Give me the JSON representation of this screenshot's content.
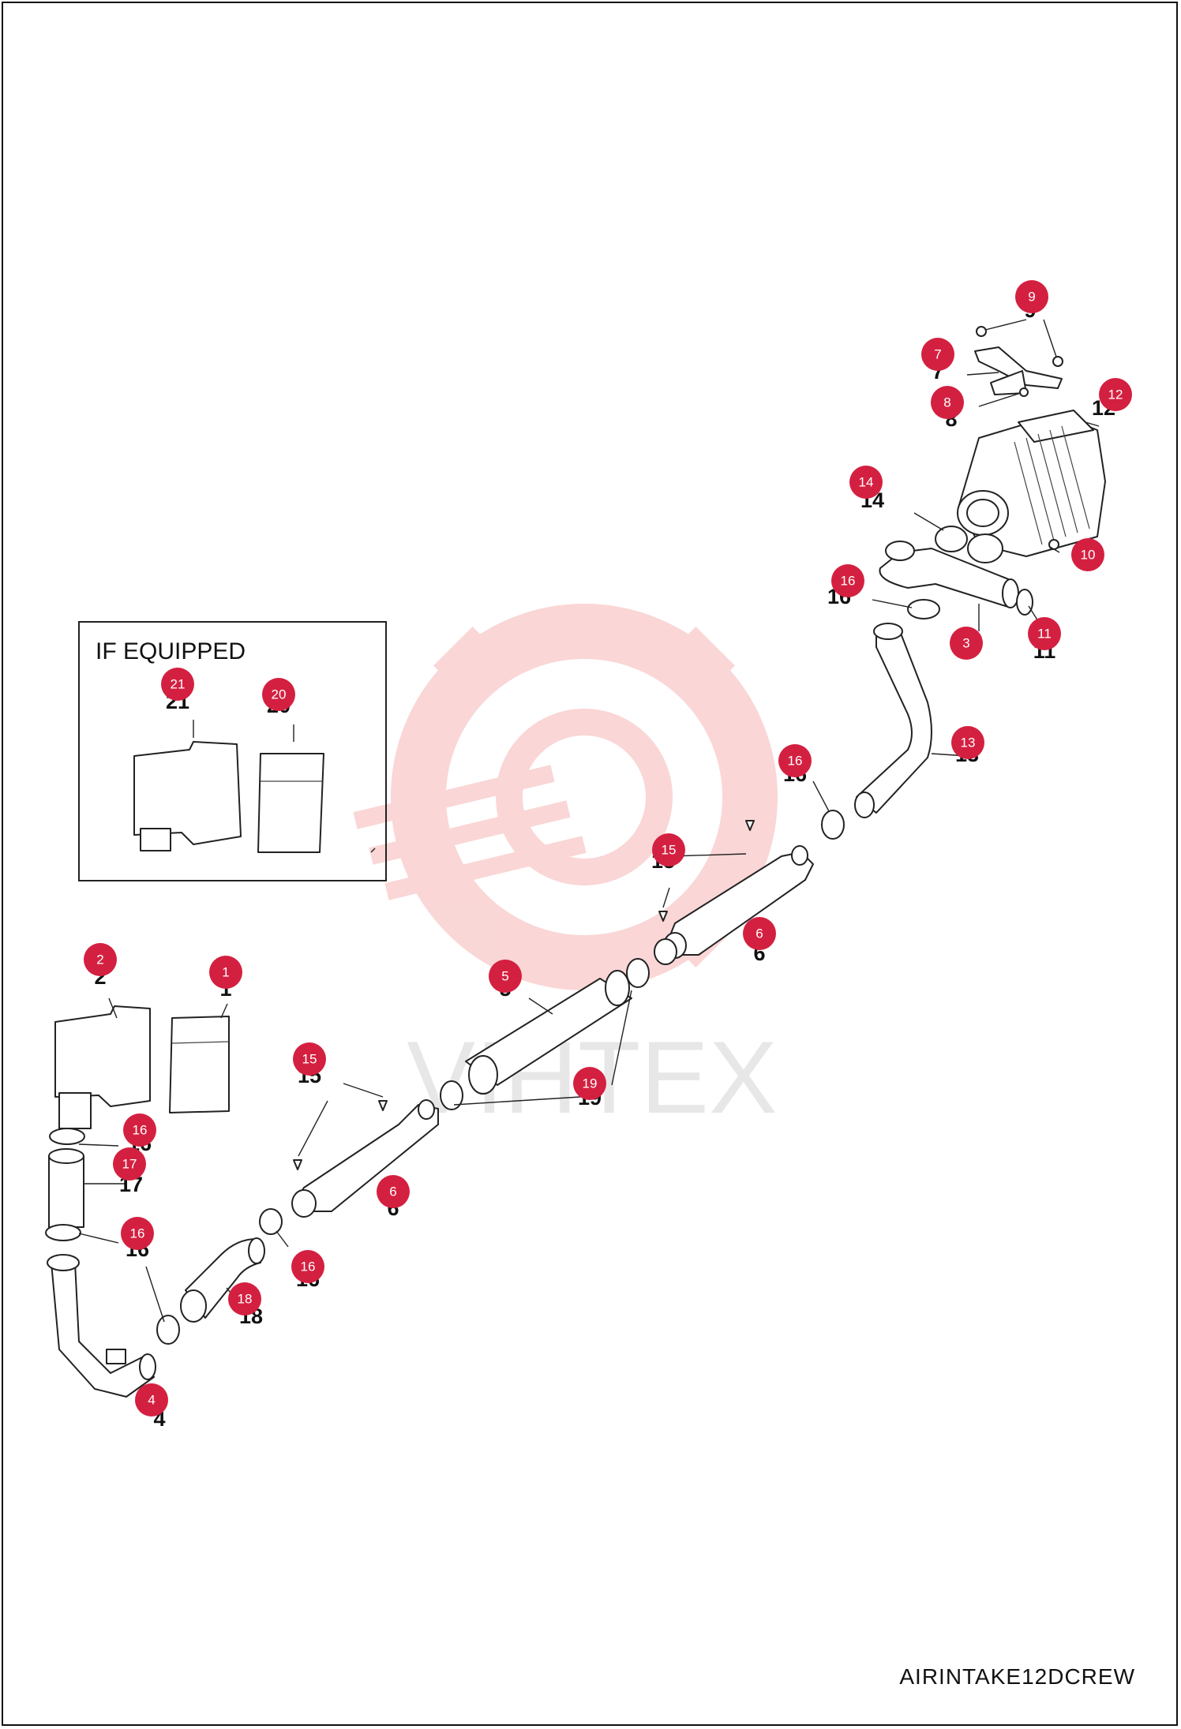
{
  "reference_code": "AIRINTAKE12DCREW",
  "inset": {
    "title": "IF EQUIPPED"
  },
  "watermark": {
    "text": "VIHTEX",
    "color": "#f28b8b"
  },
  "badge_color": "#d42040",
  "callouts": [
    {
      "id": "c9",
      "badge": "9",
      "label": "9"
    },
    {
      "id": "c7",
      "badge": "7",
      "label": "7"
    },
    {
      "id": "c8",
      "badge": "8",
      "label": "8"
    },
    {
      "id": "c12",
      "badge": "12",
      "label": "12"
    },
    {
      "id": "c14",
      "badge": "14",
      "label": "14"
    },
    {
      "id": "c10",
      "badge": "10",
      "label": "10"
    },
    {
      "id": "c16a",
      "badge": "16",
      "label": "16"
    },
    {
      "id": "c3",
      "badge": "3",
      "label": "3"
    },
    {
      "id": "c11",
      "badge": "11",
      "label": "11"
    },
    {
      "id": "c21",
      "badge": "21",
      "label": "21"
    },
    {
      "id": "c20",
      "badge": "20",
      "label": "20"
    },
    {
      "id": "c13",
      "badge": "13",
      "label": "13"
    },
    {
      "id": "c16b",
      "badge": "16",
      "label": "16"
    },
    {
      "id": "c15a",
      "badge": "15",
      "label": "15"
    },
    {
      "id": "c6a",
      "badge": "6",
      "label": "6"
    },
    {
      "id": "c2",
      "badge": "2",
      "label": "2"
    },
    {
      "id": "c1",
      "badge": "1",
      "label": "1"
    },
    {
      "id": "c5",
      "badge": "5",
      "label": "5"
    },
    {
      "id": "c15b",
      "badge": "15",
      "label": "15"
    },
    {
      "id": "c19",
      "badge": "19",
      "label": "19"
    },
    {
      "id": "c16c",
      "badge": "16",
      "label": "16"
    },
    {
      "id": "c17",
      "badge": "17",
      "label": "17"
    },
    {
      "id": "c6b",
      "badge": "6",
      "label": "6"
    },
    {
      "id": "c16d",
      "badge": "16",
      "label": "16"
    },
    {
      "id": "c16e",
      "badge": "16",
      "label": "16"
    },
    {
      "id": "c18",
      "badge": "18",
      "label": "18"
    },
    {
      "id": "c4",
      "badge": "4",
      "label": "4"
    }
  ]
}
